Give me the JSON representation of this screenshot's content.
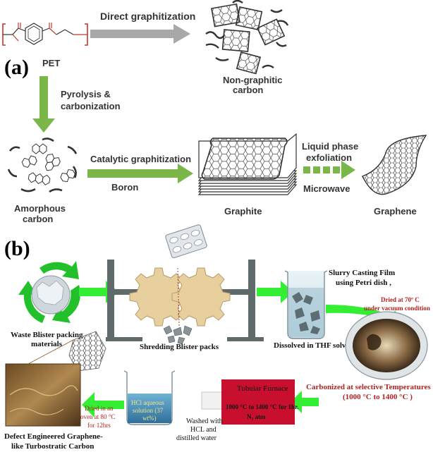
{
  "panel_a": {
    "label": "(a)",
    "pet_label": "PET",
    "direct_graphitization": "Direct graphitization",
    "non_graphitic_line1": "Non-graphitic",
    "non_graphitic_line2": "carbon",
    "pyrolysis_line1": "Pyrolysis &",
    "pyrolysis_line2": "carbonization",
    "amorphous_line1": "Amorphous",
    "amorphous_line2": "carbon",
    "catalytic_graphitization": "Catalytic graphitization",
    "boron": "Boron",
    "graphite": "Graphite",
    "liquid_phase_line1": "Liquid phase",
    "liquid_phase_line2": "exfoliation",
    "microwave": "Microwave",
    "graphene": "Graphene"
  },
  "panel_b": {
    "label": "(b)",
    "waste_line1": "Waste Blister packing",
    "waste_line2": "materials",
    "shredding": "Shredding Blister packs",
    "dissolved": "Dissolved in THF solvent",
    "slurry_line1": "Slurry Casting Film",
    "slurry_line2": "using Petri dish ,",
    "dried70_line1": "Dried at 70º C",
    "dried70_line2": "under vacuum condition",
    "carbonized_line1": "Carbonized at selective Temperatures",
    "carbonized_line2": "(1000 °C to 1400 °C )",
    "furnace_title": "Tubular Furnace",
    "furnace_line1": "1000 °C to 1400 °C for 1hr.",
    "furnace_line2": "N₂ atm",
    "washed_line1": "Washed with",
    "washed_line2": "HCL and",
    "washed_line3": "distilled water",
    "hcl_line1": "HCl aqueous",
    "hcl_line2": "solution (37",
    "hcl_line3": "wt%)",
    "dried80_line1": "Dried in an",
    "dried80_line2": "oven at 80 °C",
    "dried80_line3": "for 12hrs",
    "product_line1": "Defect Engineered Graphene-",
    "product_line2": "like Turbostratic Carbon"
  },
  "colors": {
    "green_arrow": "#7ab648",
    "bright_green": "#33ee33",
    "grey_arrow": "#a8a8a8",
    "bracket_red": "#c0392b",
    "furnace_red": "#c8102e",
    "annotation_red": "#b22222",
    "gear_fill": "#e8cf9e",
    "machine_grey": "#5f6b6b"
  }
}
